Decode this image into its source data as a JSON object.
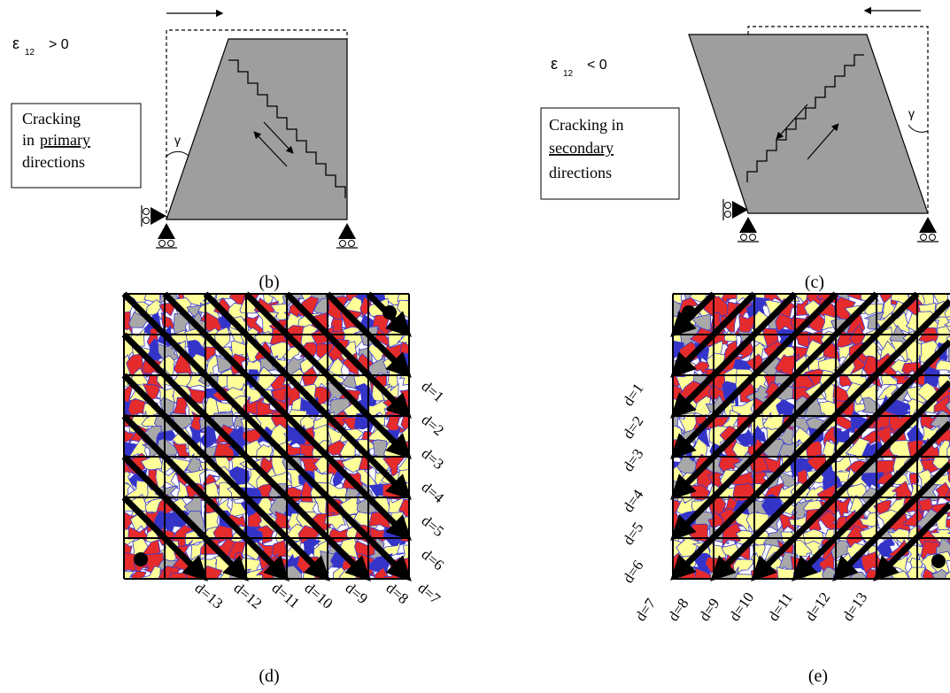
{
  "panel_b": {
    "label": "(b)",
    "strain_symbol": "ε",
    "strain_subscript": "12",
    "strain_relation": "> 0",
    "angle_label": "γ",
    "box_lines": [
      "Cracking",
      "in",
      "primary",
      "directions"
    ]
  },
  "panel_c": {
    "label": "(c)",
    "strain_symbol": "ε",
    "strain_subscript": "12",
    "strain_relation": "< 0",
    "angle_label": "γ",
    "box_lines": [
      "Cracking  in",
      "secondary",
      "directions"
    ]
  },
  "panel_d": {
    "label": "(d)",
    "right_labels": [
      "d=1",
      "d=2",
      "d=3",
      "d=4",
      "d=5",
      "d=6"
    ],
    "bottom_labels": [
      "d=7",
      "d=8",
      "d=9",
      "d=10",
      "d=11",
      "d=12",
      "d=13"
    ]
  },
  "panel_e": {
    "label": "(e)",
    "left_labels": [
      "d=1",
      "d=2",
      "d=3",
      "d=4",
      "d=5",
      "d=6"
    ],
    "bottom_labels": [
      "d=7",
      "d=8",
      "d=9",
      "d=10",
      "d=11",
      "d=12",
      "d=13"
    ]
  },
  "colors": {
    "parallelogram_fill": "#9e9e9e",
    "cell_yellow": "#ffff99",
    "cell_red": "#e52b2b",
    "cell_blue": "#3434c8",
    "cell_gray": "#a8a8a8",
    "cell_edge": "#3a3ad0",
    "grid_line": "#000000",
    "arrow": "#000000"
  }
}
